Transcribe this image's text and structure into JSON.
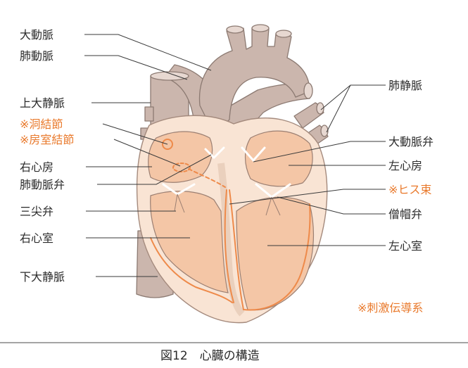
{
  "labels": {
    "aorta": "大動脈",
    "pulmonary_artery": "肺動脈",
    "superior_vena_cava": "上大静脈",
    "sa_node": "※洞結節",
    "av_node": "※房室結節",
    "right_atrium": "右心房",
    "pulmonary_valve": "肺動脈弁",
    "tricuspid_valve": "三尖弁",
    "right_ventricle": "右心室",
    "inferior_vena_cava": "下大静脈",
    "pulmonary_vein": "肺静脈",
    "aortic_valve": "大動脈弁",
    "left_atrium": "左心房",
    "his_bundle": "※ヒス束",
    "mitral_valve": "僧帽弁",
    "left_ventricle": "左心室",
    "conduction_system": "※刺激伝導系"
  },
  "caption": "図12　心臓の構造",
  "colors": {
    "vessel": "#cbb6ad",
    "vessel_stroke": "#8c7a72",
    "heart_outer": "#f9e4d4",
    "heart_inner": "#f4c6a6",
    "conduction": "#ee8a4a",
    "label_text": "#2b2b2b",
    "accent_text": "#e9792b"
  }
}
